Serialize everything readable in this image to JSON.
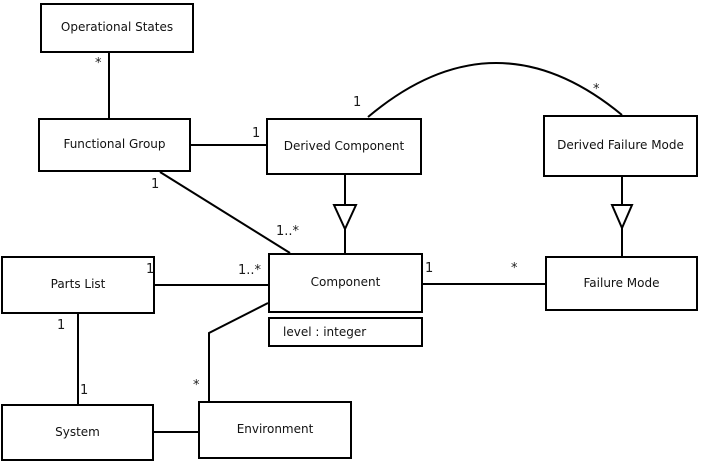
{
  "diagram": {
    "type": "uml-class-diagram",
    "classes": {
      "operational_states": {
        "label": "Operational States"
      },
      "functional_group": {
        "label": "Functional Group"
      },
      "derived_component": {
        "label": "Derived Component"
      },
      "derived_failure_mode": {
        "label": "Derived Failure Mode"
      },
      "parts_list": {
        "label": "Parts List"
      },
      "component": {
        "label": "Component",
        "attribute": "level : integer"
      },
      "failure_mode": {
        "label": "Failure Mode"
      },
      "system": {
        "label": "System"
      },
      "environment": {
        "label": "Environment"
      }
    },
    "multiplicities": {
      "opstates_fg_star": "*",
      "fg_dc_one": "1",
      "fg_comp_one": "1",
      "fg_comp_many": "1..*",
      "dc_arc_one": "1",
      "dfm_arc_star": "*",
      "pl_comp_one": "1",
      "pl_comp_many": "1..*",
      "comp_fm_one": "1",
      "comp_fm_star": "*",
      "pl_sys_one_top": "1",
      "pl_sys_one_bottom": "1",
      "env_comp_star": "*"
    },
    "relationships": [
      {
        "type": "association",
        "from": "Operational States",
        "to": "Functional Group",
        "from_multiplicity": "*"
      },
      {
        "type": "association",
        "from": "Functional Group",
        "to": "Derived Component",
        "to_multiplicity": "1"
      },
      {
        "type": "association",
        "from": "Functional Group",
        "to": "Component",
        "from_multiplicity": "1",
        "to_multiplicity": "1..*"
      },
      {
        "type": "association",
        "from": "Derived Component",
        "to": "Derived Failure Mode",
        "from_multiplicity": "1",
        "to_multiplicity": "*",
        "shape": "arc"
      },
      {
        "type": "generalization",
        "from": "Derived Component",
        "to": "Component"
      },
      {
        "type": "generalization",
        "from": "Derived Failure Mode",
        "to": "Failure Mode"
      },
      {
        "type": "association",
        "from": "Parts List",
        "to": "Component",
        "from_multiplicity": "1",
        "to_multiplicity": "1..*"
      },
      {
        "type": "association",
        "from": "Component",
        "to": "Failure Mode",
        "from_multiplicity": "1",
        "to_multiplicity": "*"
      },
      {
        "type": "association",
        "from": "Parts List",
        "to": "System",
        "from_multiplicity": "1",
        "to_multiplicity": "1"
      },
      {
        "type": "association",
        "from": "System",
        "to": "Environment"
      },
      {
        "type": "association",
        "from": "Environment",
        "to": "Component",
        "from_multiplicity": "*"
      }
    ],
    "colors": {
      "line": "#000000",
      "box_background": "#ffffff",
      "text": "#111111"
    }
  }
}
